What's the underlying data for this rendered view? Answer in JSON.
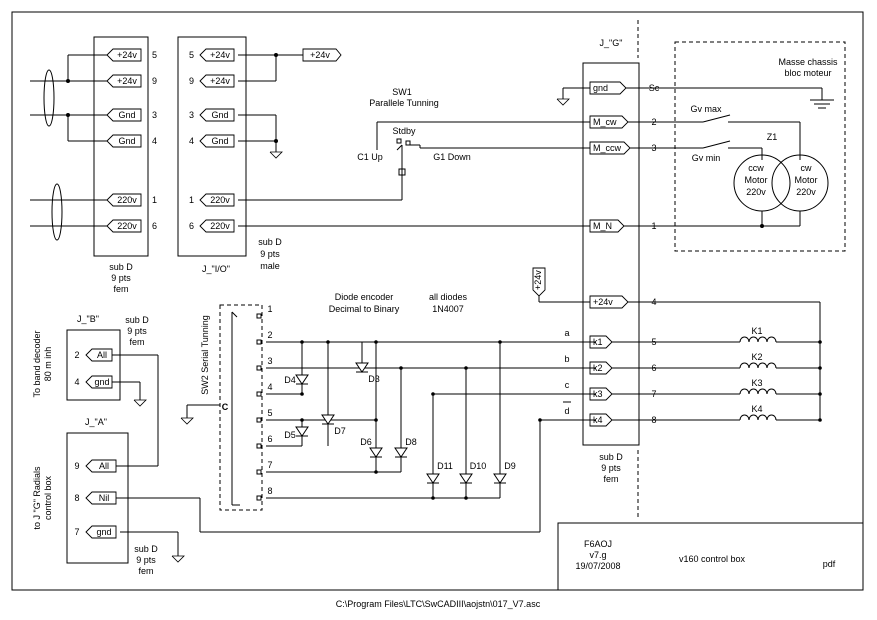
{
  "connectors": {
    "subd_fem_top": {
      "pins": [
        {
          "label": "+24v",
          "num": "5"
        },
        {
          "label": "+24v",
          "num": "9"
        },
        {
          "label": "Gnd",
          "num": "3"
        },
        {
          "label": "Gnd",
          "num": "4"
        },
        {
          "label": "220v",
          "num": "1"
        },
        {
          "label": "220v",
          "num": "6"
        }
      ],
      "caption": [
        "sub D",
        "9 pts",
        "fem"
      ]
    },
    "j_io": {
      "pins": [
        {
          "label": "+24v",
          "num": "5"
        },
        {
          "label": "+24v",
          "num": "9"
        },
        {
          "label": "Gnd",
          "num": "3"
        },
        {
          "label": "Gnd",
          "num": "4"
        },
        {
          "label": "220v",
          "num": "1"
        },
        {
          "label": "220v",
          "num": "6"
        }
      ],
      "title": "J_\"I/O\"",
      "caption": [
        "sub D",
        "9 pts",
        "male"
      ],
      "out_label": "+24v"
    },
    "j_g": {
      "title": "J_\"G\"",
      "pins": [
        {
          "label": "gnd",
          "num": "Sc"
        },
        {
          "label": "M_cw",
          "num": "2"
        },
        {
          "label": "M_ccw",
          "num": "3"
        },
        {
          "label": "M_N",
          "num": "1"
        },
        {
          "label": "+24v",
          "num": "4"
        },
        {
          "label": "k1",
          "num": "5"
        },
        {
          "label": "k2",
          "num": "6"
        },
        {
          "label": "k3",
          "num": "7"
        },
        {
          "label": "k4",
          "num": "8"
        }
      ],
      "caption": [
        "sub D",
        "9 pts",
        "fem"
      ],
      "in_label": "+24v"
    },
    "j_b": {
      "title": "J_\"B\"",
      "pins": [
        {
          "label": "All",
          "num": "2"
        },
        {
          "label": "gnd",
          "num": "4"
        }
      ],
      "caption": [
        "sub D",
        "9 pts",
        "fem"
      ],
      "side_label": [
        "To band decoder",
        "80 m inh"
      ]
    },
    "j_a": {
      "title": "J_\"A\"",
      "pins": [
        {
          "label": "All",
          "num": "9"
        },
        {
          "label": "Nil",
          "num": "8"
        },
        {
          "label": "gnd",
          "num": "7"
        }
      ],
      "caption": [
        "sub D",
        "9 pts",
        "fem"
      ],
      "side_label": [
        "to J \"G\" Radials",
        "control box"
      ]
    }
  },
  "sw1": {
    "title": "SW1",
    "subtitle": "Parallele Tunning",
    "stdby": "Stdby",
    "c1up": "C1 Up",
    "g1down": "G1 Down"
  },
  "sw2": {
    "label": "SW2 Serial Tunning",
    "common": "C",
    "positions": [
      "1",
      "2",
      "3",
      "4",
      "5",
      "6",
      "7",
      "8"
    ]
  },
  "encoder": {
    "title": "Diode encoder",
    "subtitle": "Decimal to Binary",
    "note1": "all diodes",
    "note2": "1N4007"
  },
  "diodes": [
    "D4",
    "D3",
    "D5",
    "D7",
    "D6",
    "D8",
    "D11",
    "D10",
    "D9"
  ],
  "bits": [
    "a",
    "b",
    "c",
    "d"
  ],
  "relays": [
    "K1",
    "K2",
    "K3",
    "K4"
  ],
  "motor": {
    "frame_title": [
      "Masse chassis",
      "bloc moteur"
    ],
    "gv_max": "Gv max",
    "gv_min": "Gv min",
    "z1": "Z1",
    "ccw": [
      "ccw",
      "Motor",
      "220v"
    ],
    "cw": [
      "cw",
      "Motor",
      "220v"
    ]
  },
  "title_block": {
    "author": "F6AOJ",
    "version": "v7.g",
    "date": "19/07/2008",
    "project": "v160 control box",
    "format": "pdf"
  },
  "footer_path": "C:\\Program Files\\LTC\\SwCADIII\\aojstn\\017_V7.asc"
}
